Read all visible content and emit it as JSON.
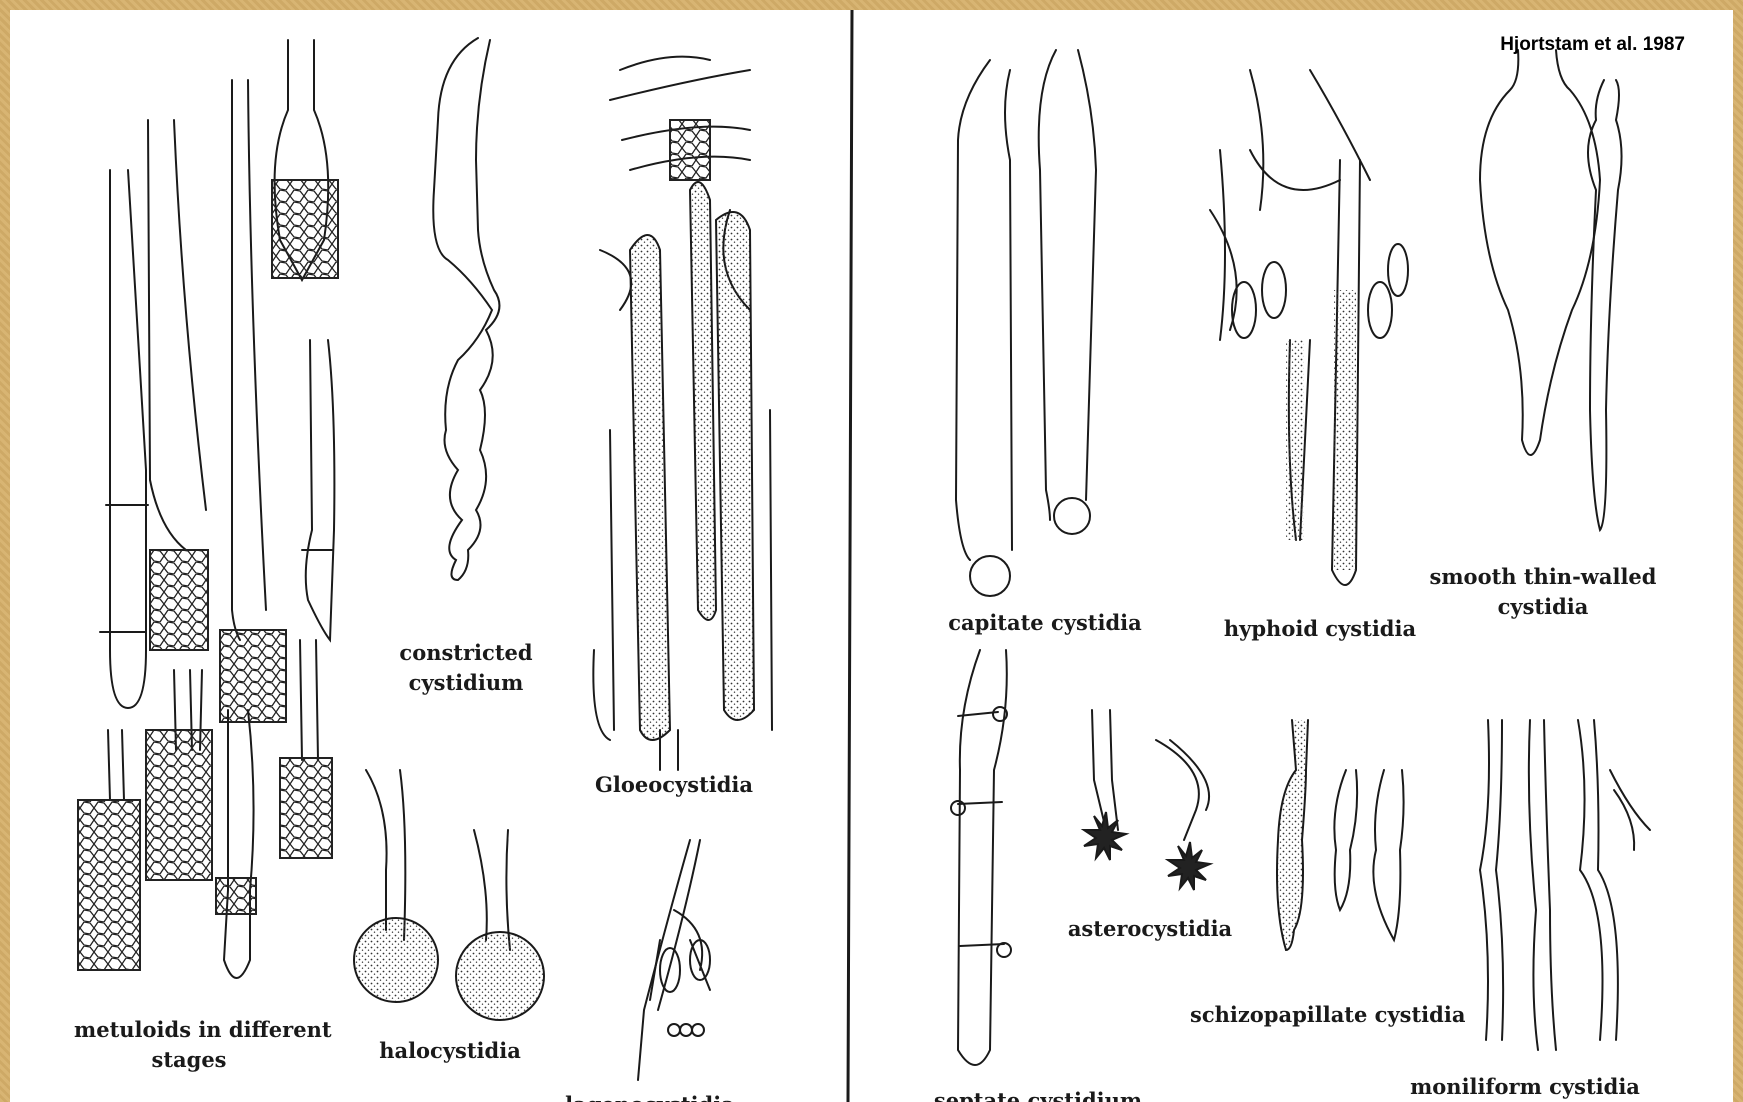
{
  "credit": "Hjortstam et al. 1987",
  "captions": {
    "metuloids_1": "metuloids in different",
    "metuloids_2": "stages",
    "constricted_1": "constricted",
    "constricted_2": "cystidium",
    "gloeocystidia": "Gloeocystidia",
    "halocystidia": "halocystidia",
    "lagenocystidia": "lagenocystidia",
    "capitate": "capitate cystidia",
    "hyphoid": "hyphoid cystidia",
    "smooth_1": "smooth thin-walled",
    "smooth_2": "cystidia",
    "septate": "septate cystidium",
    "asterocystidia": "asterocystidia",
    "schizopapillate": "schizopapillate cystidia",
    "moniliform": "moniliform cystidia"
  },
  "colors": {
    "border": "#d6b06a",
    "ink": "#1a1a1a",
    "paper": "#ffffff"
  }
}
